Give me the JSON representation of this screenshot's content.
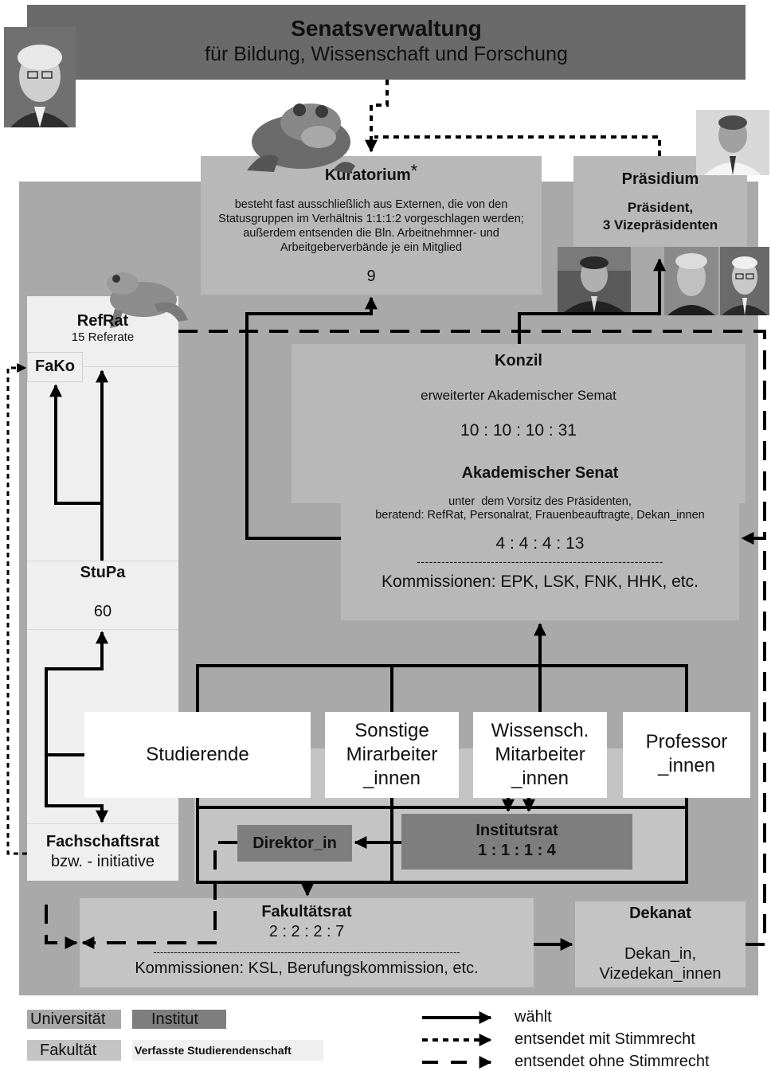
{
  "header": {
    "title": "Senatsverwaltung",
    "subtitle": "für Bildung, Wissenschaft und Forschung"
  },
  "kuratorium": {
    "title": "Kuratorium",
    "asterisk": "*",
    "description": "besteht fast ausschließlich aus Externen, die von den Statusgruppen im Verhältnis 1:1:1:2 vorgeschlagen werden; außerdem entsenden die Bln. Arbeitnehmner- und Arbeitgeberverbände je ein Mitglied",
    "count": "9"
  },
  "praesidium": {
    "title": "Präsidium",
    "line1": "Präsident,",
    "line2": "3 Vizepräsidenten"
  },
  "refrat": {
    "title": "RefRat",
    "subtitle": "15 Referate"
  },
  "fako": {
    "title": "FaKo"
  },
  "stupa": {
    "title": "StuPa",
    "count": "60"
  },
  "konzil": {
    "title": "Konzil",
    "subtitle": "erweiterter Akademischer Semat",
    "ratio": "10 : 10 : 10 : 31"
  },
  "senat": {
    "title": "Akademischer Senat",
    "line1": "unter  dem Vorsitz des Präsidenten,",
    "line2": "beratend: RefRat, Personalrat, Frauenbeauftragte, Dekan_innen",
    "ratio": "4 : 4 : 4 : 13",
    "separator": "------------------------------------------------------------",
    "kommissionen": "Kommissionen: EPK, LSK, FNK, HHK, etc."
  },
  "groups": {
    "studierende": "Studierende",
    "sonstige": [
      "Sonstige",
      "Mirarbeiter",
      "_innen"
    ],
    "wissensch": [
      "Wissensch.",
      "Mitarbeiter",
      "_innen"
    ],
    "professor": [
      "Professor",
      "_innen"
    ]
  },
  "fachschaftsrat": {
    "line1": "Fachschaftsrat",
    "line2": "bzw. - initiative"
  },
  "direktor": "Direktor_in",
  "institutsrat": {
    "title": "Institutsrat",
    "ratio": "1 : 1 : 1 : 4"
  },
  "fakultaetsrat": {
    "title": "Fakultätsrat",
    "ratio": "2 : 2 : 2 : 7",
    "separator": "-----------------------------------------------------------------------------------------",
    "kommissionen": "Kommissionen: KSL, Berufungskommission, etc."
  },
  "dekanat": {
    "title": "Dekanat",
    "line1": "Dekan_in,",
    "line2": "Vizedekan_innen"
  },
  "legend": {
    "universitaet": "Universität",
    "institut": "Institut",
    "fakultaet": "Fakultät",
    "verfasste": "Verfasste Studierendenschaft",
    "waehlt": "wählt",
    "mit": "entsendet mit Stimmrecht",
    "ohne": "entsendet ohne Stimmrecht"
  },
  "colors": {
    "header_bg": "#6a6a6a",
    "university_bg": "#a9a9a9",
    "institut_bg": "#7e7e7e",
    "fakultaet_bg": "#c4c4c4",
    "student_body_bg": "#efefef"
  }
}
